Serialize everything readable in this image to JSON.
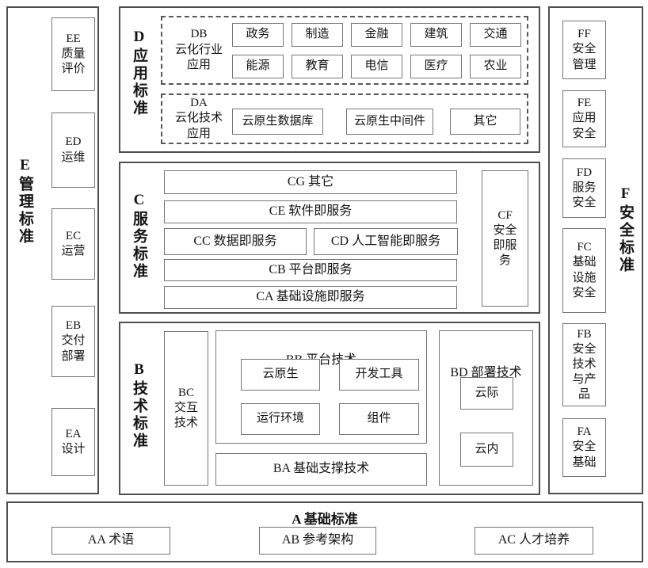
{
  "colors": {
    "background": "#ffffff",
    "panel_border": "#4f4f4f",
    "box_border": "#767676",
    "text": "#141414"
  },
  "panel_e": {
    "label": "E管理标准",
    "boxes": [
      "EE\n质量\n评价",
      "ED\n运维",
      "EC\n运营",
      "EB\n交付\n部署",
      "EA\n设计"
    ]
  },
  "panel_d": {
    "label": "D应用标准",
    "db": {
      "label": "DB\n云化行业\n应用",
      "row1": [
        "政务",
        "制造",
        "金融",
        "建筑",
        "交通"
      ],
      "row2": [
        "能源",
        "教育",
        "电信",
        "医疗",
        "农业"
      ]
    },
    "da": {
      "label": "DA\n云化技术\n应用",
      "items": [
        "云原生数据库",
        "云原生中间件",
        "其它"
      ]
    }
  },
  "panel_c": {
    "label": "C服务标准",
    "rows": {
      "cg": "CG 其它",
      "ce": "CE 软件即服务",
      "cc": "CC 数据即服务",
      "cd": "CD 人工智能即服务",
      "cb": "CB 平台即服务",
      "ca": "CA 基础设施即服务"
    },
    "cf": "CF\n安全\n即服\n务"
  },
  "panel_b": {
    "label": "B技术标准",
    "bc": "BC\n交互\n技术",
    "bb": {
      "title": "BB 平台技术",
      "items": [
        "云原生",
        "开发工具",
        "运行环境",
        "组件"
      ]
    },
    "ba": "BA 基础支撑技术",
    "bd": {
      "title": "BD 部署技术",
      "items": [
        "云际",
        "云内"
      ]
    }
  },
  "panel_f": {
    "label": "F安全标准",
    "boxes": [
      "FF\n安全\n管理",
      "FE\n应用\n安全",
      "FD\n服务\n安全",
      "FC\n基础\n设施\n安全",
      "FB\n安全\n技术\n与产\n品",
      "FA\n安全\n基础"
    ]
  },
  "panel_a": {
    "title": "A 基础标准",
    "boxes": [
      "AA 术语",
      "AB 参考架构",
      "AC 人才培养"
    ]
  }
}
